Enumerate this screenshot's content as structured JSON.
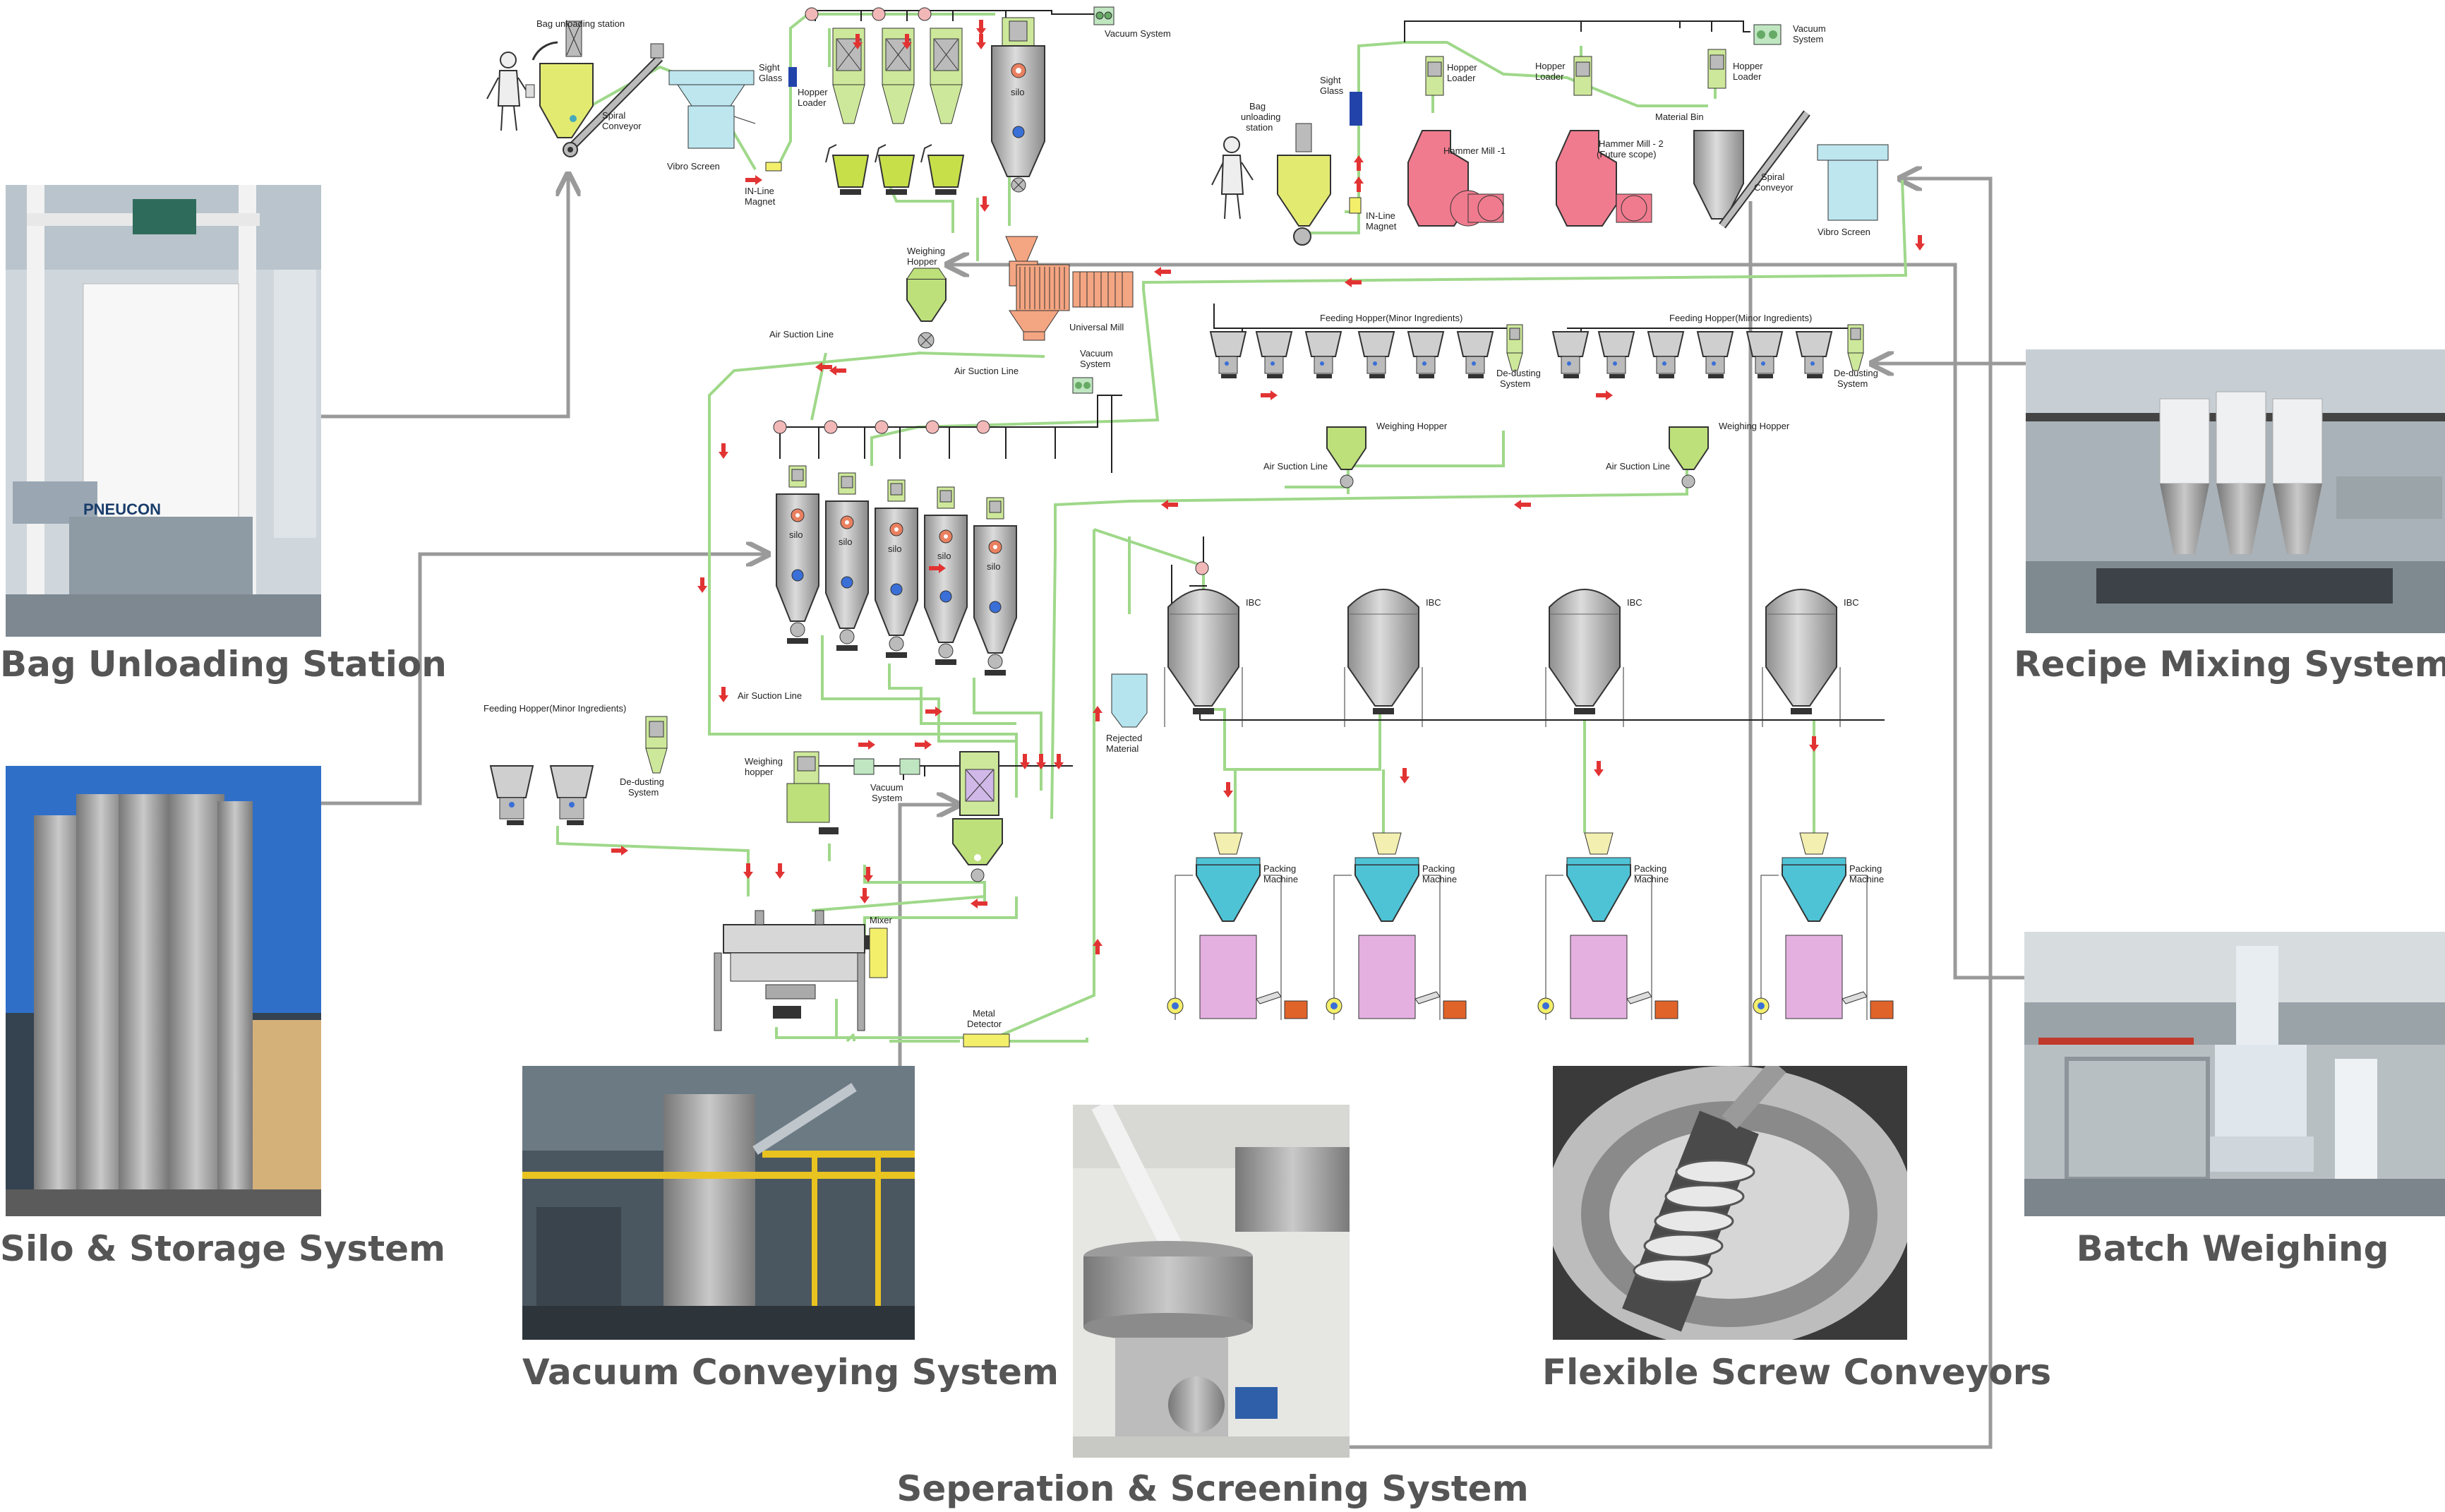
{
  "captions": {
    "bag_unloading": "Bag Unloading Station",
    "silo_storage": "Silo & Storage System",
    "vacuum_conveying": "Vacuum Conveying System",
    "separation": "Seperation & Screening System",
    "flexible_screw": "Flexible Screw Conveyors",
    "recipe_mixing": "Recipe Mixing System",
    "batch_weighing": "Batch Weighing"
  },
  "photo_text": {
    "pneucon": "PNEUCON"
  },
  "labels": {
    "bag_unloading_station": "Bag unloading station",
    "spiral_conveyor_1": "Spiral",
    "spiral_conveyor_2": "Conveyor",
    "vibro_screen": "Vibro Screen",
    "inline_magnet_1": "IN-Line",
    "inline_magnet_2": "Magnet",
    "sight_glass_1": "Sight",
    "sight_glass_2": "Glass",
    "hopper_loader_1": "Hopper",
    "hopper_loader_2": "Loader",
    "vacuum_system": "Vacuum System",
    "silo": "silo",
    "weighing_hopper_1": "Weighing",
    "weighing_hopper_2": "Hopper",
    "universal_mill": "Universal Mill",
    "air_suction_line": "Air Suction Line",
    "vacuum_system_2a": "Vacuum",
    "vacuum_system_2b": "System",
    "feeding_hopper_minor": "Feeding Hopper(Minor Ingredients)",
    "de_dusting_1": "De-dusting",
    "de_dusting_2": "System",
    "weighing_hopper_short": "Weighing Hopper",
    "weighing_hopper_lower": "hopper",
    "mixer": "Mixer",
    "metal_detector_1": "Metal",
    "metal_detector_2": "Detector",
    "rejected_material_1": "Rejected",
    "rejected_material_2": "Material",
    "ibc": "IBC",
    "packing_machine_1": "Packing",
    "packing_machine_2": "Machine",
    "bag_unloading_r1": "Bag",
    "bag_unloading_r2": "unloading",
    "bag_unloading_r3": "station",
    "hammer_mill_1": "Hammer Mill -1",
    "hammer_mill_2a": "Hammer Mill - 2",
    "hammer_mill_2b": "(Future scope)",
    "material_bin": "Material Bin",
    "vacuum_r1": "Vacuum",
    "vacuum_r2": "System"
  },
  "colors": {
    "pipe_green": "#9fd88a",
    "flow_red": "#e23333",
    "vessel_grey": "#a8a8a8",
    "hopper_green": "#bfe07a",
    "mill_orange": "#f4a582",
    "hammer_pink": "#f07b8e",
    "pack_cyan": "#4ec3d6",
    "pack_pink": "#e4b0e0",
    "connector_grey": "#9a9a9a",
    "caption_grey": "#555555"
  }
}
